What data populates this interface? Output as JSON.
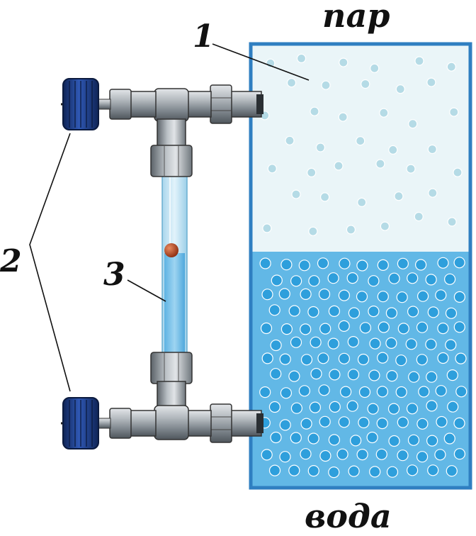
{
  "labels": {
    "top": "пар",
    "bottom": "вода",
    "n1": "1",
    "n2": "2",
    "n3": "3"
  },
  "colors": {
    "vessel_border": "#2f7fc1",
    "steam_fill": "#eaf5f8",
    "water_fill": "#62b8e6",
    "steam_bubble": "#b5dbe6",
    "water_bubble": "#2e9fdc",
    "glass_tube": "#bfe3f4",
    "float_ball": "#b5421e",
    "valve_knob": "#1f3f86",
    "fitting_metal": "#9aa1a7"
  },
  "icons": {
    "valve": "valve-knob-icon",
    "float": "float-ball-icon"
  }
}
